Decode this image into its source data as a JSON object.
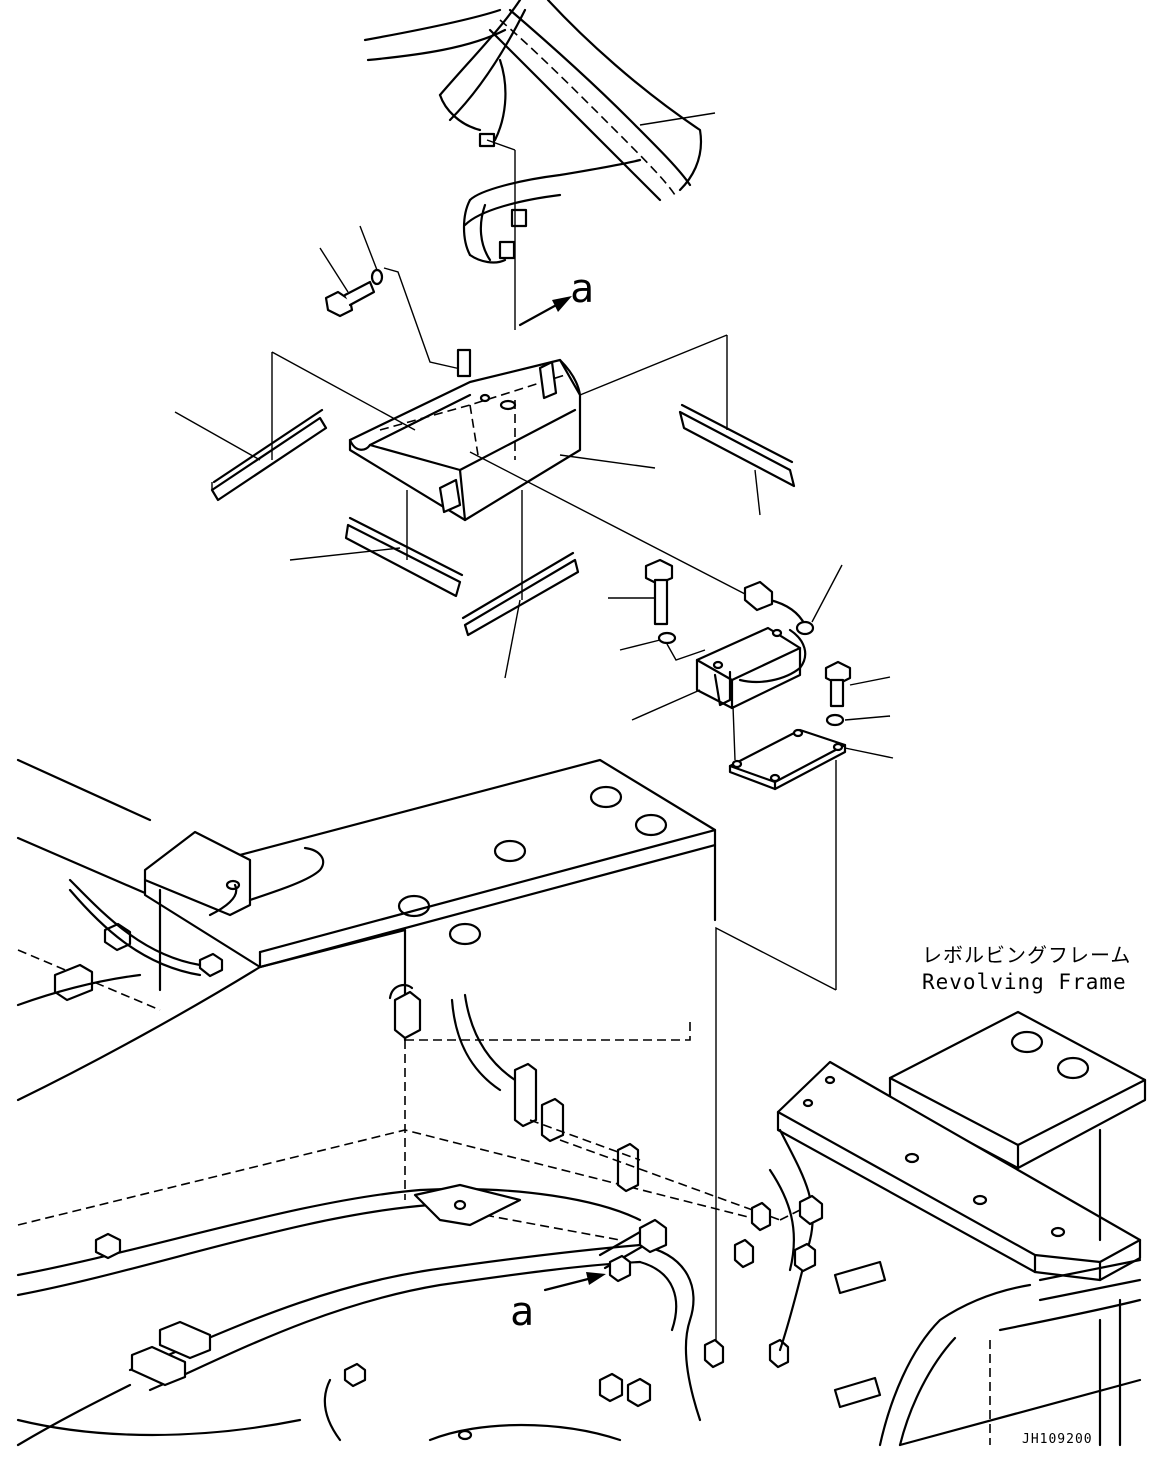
{
  "labels": {
    "view_arrow_top": "a",
    "view_arrow_bottom": "a",
    "frame_name_jp": "レボルビングフレーム",
    "frame_name_en": "Revolving Frame",
    "drawing_code": "JH109200"
  }
}
